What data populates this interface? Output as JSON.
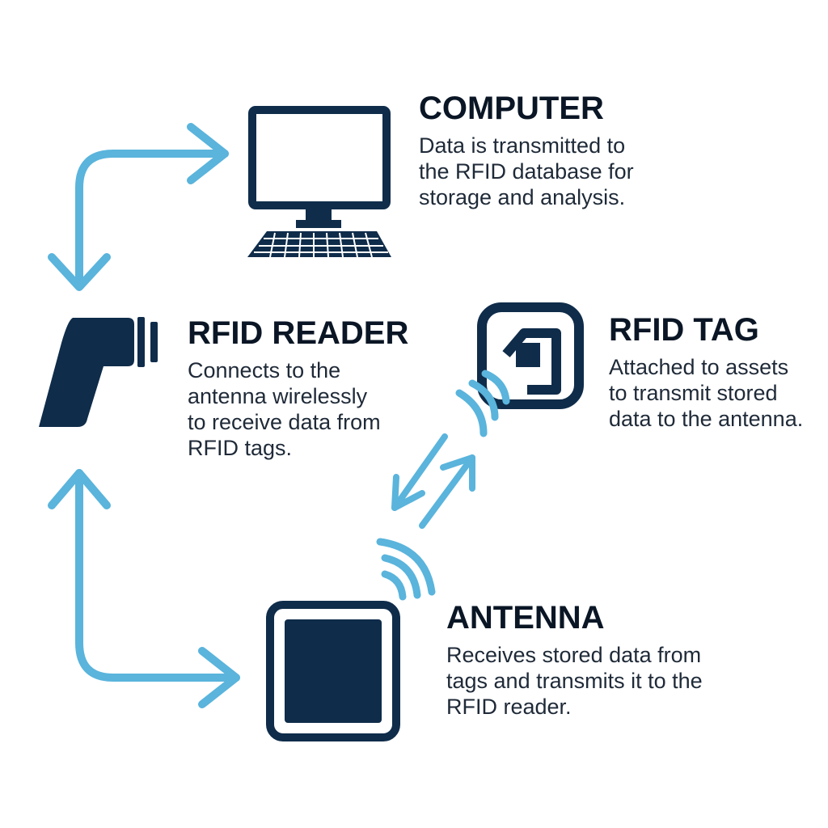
{
  "colors": {
    "icon": "#0f2c4a",
    "arrow": "#5ab4dc",
    "heading": "#0a1625",
    "text": "#1f2a38",
    "background": "#ffffff"
  },
  "nodes": {
    "computer": {
      "title": "COMPUTER",
      "lines": [
        "Data is transmitted to",
        "the RFID database for",
        "storage and analysis."
      ],
      "icon": "computer-icon"
    },
    "reader": {
      "title": "RFID READER",
      "lines": [
        "Connects to the",
        "antenna wirelessly",
        "to receive data from",
        "RFID tags."
      ],
      "icon": "rfid-reader-icon"
    },
    "tag": {
      "title": "RFID TAG",
      "lines": [
        "Attached to assets",
        "to transmit stored",
        "data to the antenna."
      ],
      "icon": "rfid-tag-icon"
    },
    "antenna": {
      "title": "ANTENNA",
      "lines": [
        "Receives stored data from",
        "tags and transmits it to the",
        "RFID reader."
      ],
      "icon": "antenna-icon"
    }
  }
}
